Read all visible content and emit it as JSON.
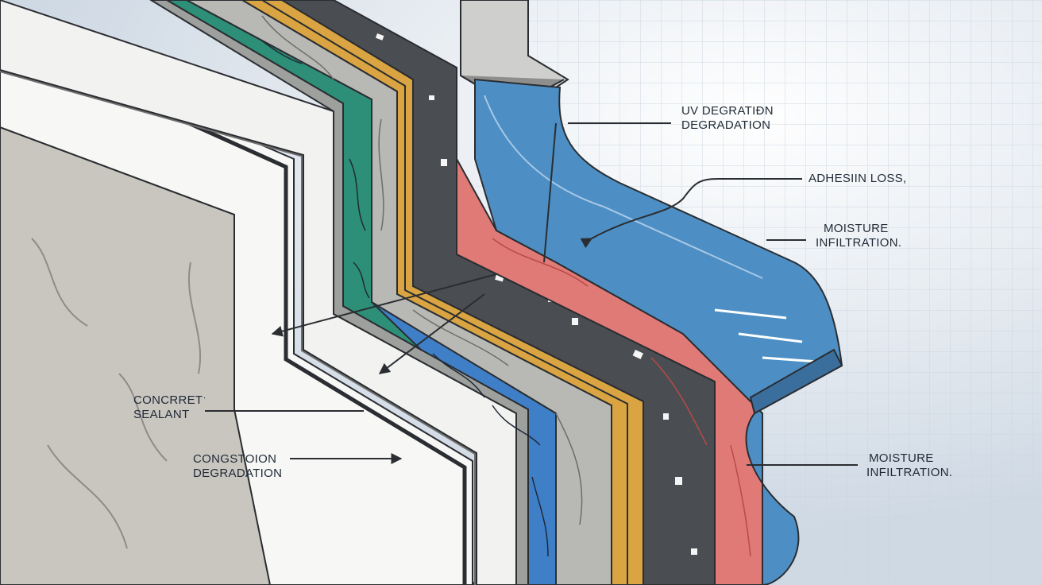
{
  "colors": {
    "background": "#dfe6ee",
    "grid_line": "#c9d4e0",
    "concrete": "#c9c6c0",
    "sealant_white": "#f7f7f5",
    "green_layer": "#2e8f78",
    "blue_layer": "#3f7fc7",
    "gray_layer": "#a9aba7",
    "orange_stripe": "#d9a441",
    "dark_membrane": "#4a4d52",
    "red_layer": "#e07a76",
    "blue_membrane": "#4d8fc4",
    "outline": "#2a2d31"
  },
  "labels": {
    "uv_line1": "UV DEGRATIÐN",
    "uv_line2": "DEGRADATION",
    "adhesion": "ADHESIIN LOSS,",
    "moisture_top_line1": "MOISTURE",
    "moisture_top_line2": "INFILTRATION.",
    "concrete_line1": "CONCRRETˑ",
    "concrete_line2": "SEALANT",
    "congestion_line1": "CONGSTOION",
    "congestion_line2": "DEGRADATION",
    "moisture_bottom_line1": "MOISTURE",
    "moisture_bottom_line2": "INFILTRATION."
  }
}
